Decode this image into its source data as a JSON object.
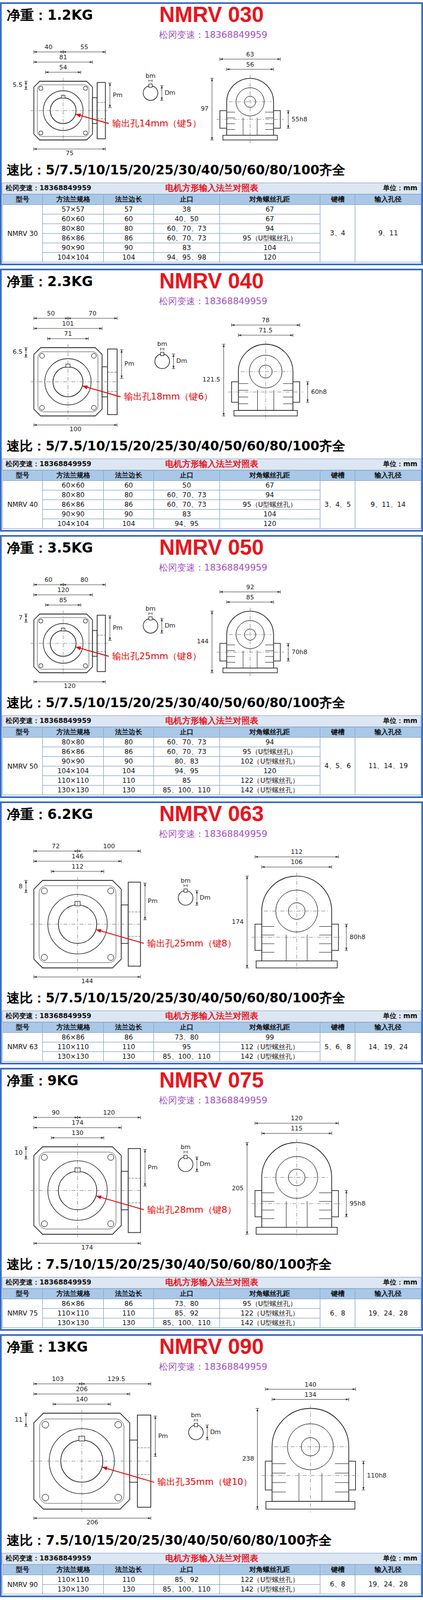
{
  "diagram": {
    "labels": [
      "净重：1.2KG",
      "NMRV 030",
      "松冈变速：18368849959",
      "40",
      "55",
      "81",
      "54",
      "5.5",
      "75",
      "63",
      "56",
      "97",
      "55h8",
      "bm",
      "Dm",
      "Pm",
      "输出孔14mm（键5）",
      "速比：5/7.5/10/15/20/25/30/40/50/60/80/100齐全",
      "松冈变速：18368849959",
      "电机方形输入法兰对照表",
      "单位：mm",
      "型号",
      "方法兰规格",
      "法兰边长",
      "止口",
      "对角螺丝孔距",
      "键槽",
      "输入孔径",
      "NMRV 30",
      "57×57",
      "57",
      "38",
      "67",
      "60×60",
      "60",
      "40、50",
      "67",
      "80×80",
      "80",
      "60、70、73",
      "94",
      "86×86",
      "86",
      "60、70、73",
      "95（U型螺丝孔）",
      "90×90",
      "90",
      "83",
      "104",
      "104×104",
      "104",
      "94、95、98",
      "120",
      "3、4",
      "9、11",
      "净重：2.3KG",
      "NMRV 040",
      "松冈变速：18368849959",
      "50",
      "70",
      "101",
      "71",
      "6.5",
      "100",
      "78",
      "71.5",
      "121.5",
      "60h8",
      "bm",
      "Dm",
      "Pm",
      "输出孔18mm（键6）",
      "速比：5/7.5/10/15/20/25/30/40/50/60/80/100齐全",
      "松冈变速：18368849959",
      "电机方形输入法兰对照表",
      "单位：mm",
      "型号",
      "方法兰规格",
      "法兰边长",
      "止口",
      "对角螺丝孔距",
      "键槽",
      "输入孔径",
      "NMRV 40",
      "60×60",
      "60",
      "50",
      "67",
      "80×80",
      "80",
      "60、70、73",
      "94",
      "86×86",
      "86",
      "60、70、73",
      "95（U型螺丝孔）",
      "90×90",
      "90",
      "83",
      "104",
      "104×104",
      "104",
      "94、95",
      "120",
      "3、4、5",
      "9、11、14",
      "净重：3.5KG",
      "NMRV 050",
      "松冈变速：18368849959",
      "60",
      "80",
      "120",
      "85",
      "7",
      "120",
      "92",
      "85",
      "144",
      "70h8",
      "bm",
      "Dm",
      "Pm",
      "输出孔25mm（键8）",
      "速比：5/7.5/10/15/20/25/30/40/50/60/80/100齐全",
      "松冈变速：18368849959",
      "电机方形输入法兰对照表",
      "单位：mm",
      "型号",
      "方法兰规格",
      "法兰边长",
      "止口",
      "对角螺丝孔距",
      "键槽",
      "输入孔径",
      "NMRV 50",
      "80×80",
      "80",
      "60、70、73",
      "94",
      "86×86",
      "86",
      "60、70、73",
      "95（U型螺丝孔）",
      "90×90",
      "90",
      "80、83",
      "102（U型螺丝孔）",
      "104×104",
      "104",
      "94、95",
      "120",
      "110×110",
      "110",
      "85",
      "122（U型螺丝孔）",
      "130×130",
      "130",
      "85、100、110",
      "142（U型螺丝孔）",
      "4、5、6",
      "11、14、19",
      "净重：6.2KG",
      "NMRV 063",
      "松冈变速：18368849959",
      "72",
      "100",
      "146",
      "112",
      "8",
      "144",
      "112",
      "106",
      "174",
      "80h8",
      "bm",
      "Dm",
      "Pm",
      "输出孔25mm（键8）",
      "速比：5/7.5/10/15/20/25/30/40/50/60/80/100齐全",
      "松冈变速：18368849959",
      "电机方形输入法兰对照表",
      "单位：mm",
      "型号",
      "方法兰规格",
      "法兰边长",
      "止口",
      "对角螺丝孔距",
      "键槽",
      "输入孔径",
      "NMRV 63",
      "86×86",
      "86",
      "73、80",
      "99",
      "110×110",
      "110",
      "95",
      "112（U型螺丝孔）",
      "130×130",
      "130",
      "85、100、110",
      "142（U型螺丝孔）",
      "5、6、8",
      "14、19、24",
      "净重：9KG",
      "NMRV 075",
      "松冈变速：18368849959",
      "90",
      "120",
      "174",
      "130",
      "10",
      "174",
      "120",
      "115",
      "205",
      "95h8",
      "bm",
      "Dm",
      "Pm",
      "输出孔28mm（键8）",
      "速比：7.5/10/15/20/25/30/40/50/60/80/100齐全",
      "松冈变速：18368849959",
      "电机方形输入法兰对照表",
      "单位：mm",
      "型号",
      "方法兰规格",
      "法兰边长",
      "止口",
      "对角螺丝孔距",
      "键槽",
      "输入孔径",
      "NMRV 75",
      "86×86",
      "86",
      "73、80",
      "95（U型螺丝孔）",
      "110×110",
      "110",
      "85、92",
      "122（U型螺丝孔）",
      "130×130",
      "130",
      "85、100、110",
      "142（U型螺丝孔）",
      "6、8",
      "19、24、28",
      "净重：13KG",
      "NMRV 090",
      "松冈变速：18368849959",
      "103",
      "129.5",
      "206",
      "140",
      "11",
      "206",
      "140",
      "134",
      "238",
      "110h8",
      "bm",
      "Dm",
      "Pm",
      "输出孔35mm（键10）",
      "速比：7.5/10/15/20/25/30/40/50/60/80/100齐全",
      "松冈变速：18368849959",
      "电机方形输入法兰对照表",
      "单位：mm",
      "型号",
      "方法兰规格",
      "法兰边长",
      "止口",
      "对角螺丝孔距",
      "键槽",
      "输入孔径",
      "NMRV 90",
      "110×110",
      "110",
      "85、92",
      "122（U型螺丝孔）",
      "130×130",
      "130",
      "85、100、110",
      "142（U型螺丝孔）",
      "6、8",
      "19、24、28"
    ]
  }
}
